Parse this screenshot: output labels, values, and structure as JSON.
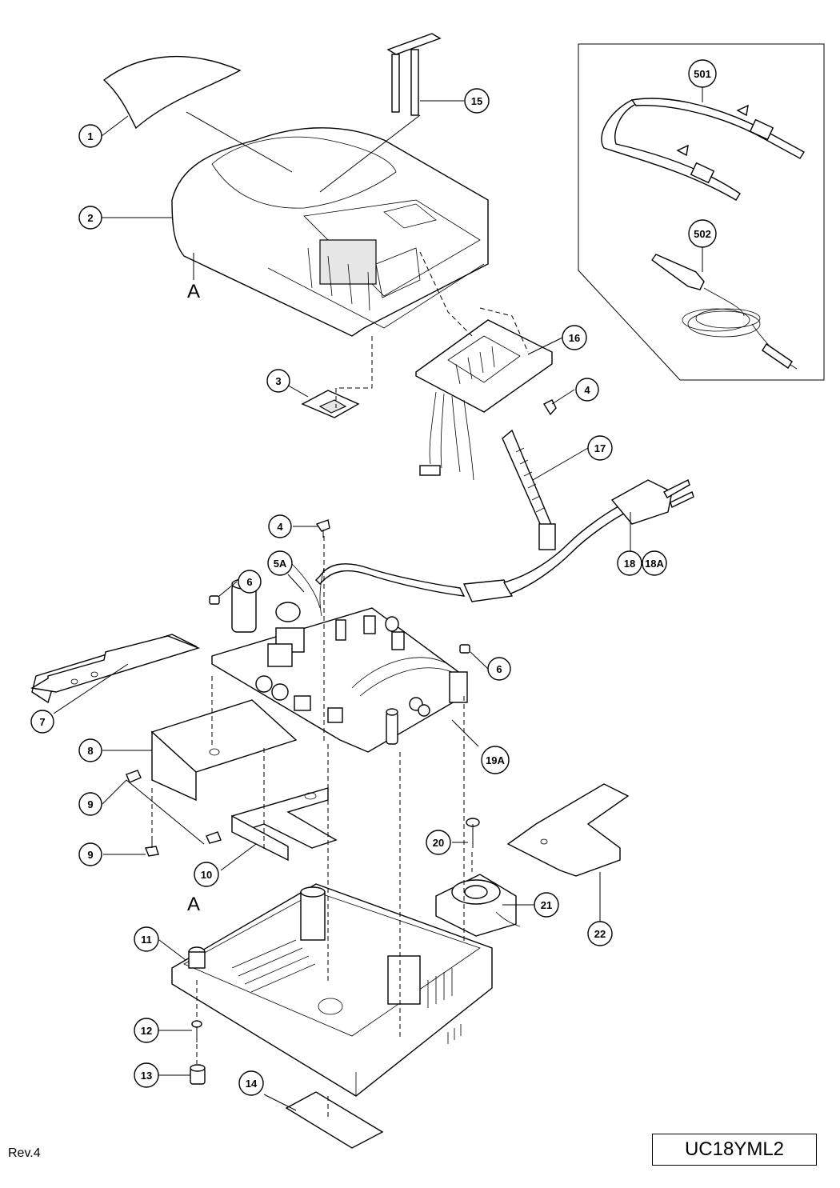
{
  "footer": {
    "revision": "Rev.4",
    "model": "UC18YML2"
  },
  "section_letters": {
    "top": "A",
    "bottom": "A"
  },
  "callouts": {
    "c1": "1",
    "c2": "2",
    "c3": "3",
    "c4a": "4",
    "c4b": "4",
    "c5a": "5A",
    "c6a": "6",
    "c6b": "6",
    "c7": "7",
    "c8": "8",
    "c9a": "9",
    "c9b": "9",
    "c10": "10",
    "c11": "11",
    "c12": "12",
    "c13": "13",
    "c14": "14",
    "c15": "15",
    "c16": "16",
    "c17": "17",
    "c18": "18",
    "c18a": "18A",
    "c19a": "19A",
    "c20": "20",
    "c21": "21",
    "c22": "22",
    "c501": "501",
    "c502": "502"
  }
}
